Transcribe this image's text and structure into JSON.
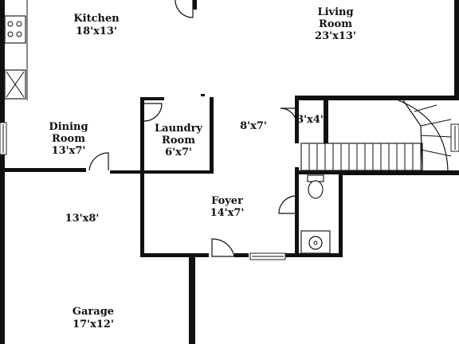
{
  "rooms": {
    "kitchen": {
      "name": "Kitchen",
      "size": "18'x13'"
    },
    "living": {
      "name_line1": "Living",
      "name_line2": "Room",
      "size": "23'x13'"
    },
    "dining": {
      "name_line1": "Dining",
      "name_line2": "Room",
      "size": "13'x7'"
    },
    "laundry": {
      "name_line1": "Laundry",
      "name_line2": "Room",
      "size": "6'x7'"
    },
    "hall": {
      "size": "8'x7'"
    },
    "closet": {
      "size": "3'x4'"
    },
    "foyer": {
      "name": "Foyer",
      "size": "14'x7'"
    },
    "unnamed_room": {
      "size": "13'x8'"
    },
    "garage": {
      "name": "Garage",
      "size": "17'x12'"
    }
  },
  "colors": {
    "walls": "#111111",
    "background": "#ffffff"
  }
}
